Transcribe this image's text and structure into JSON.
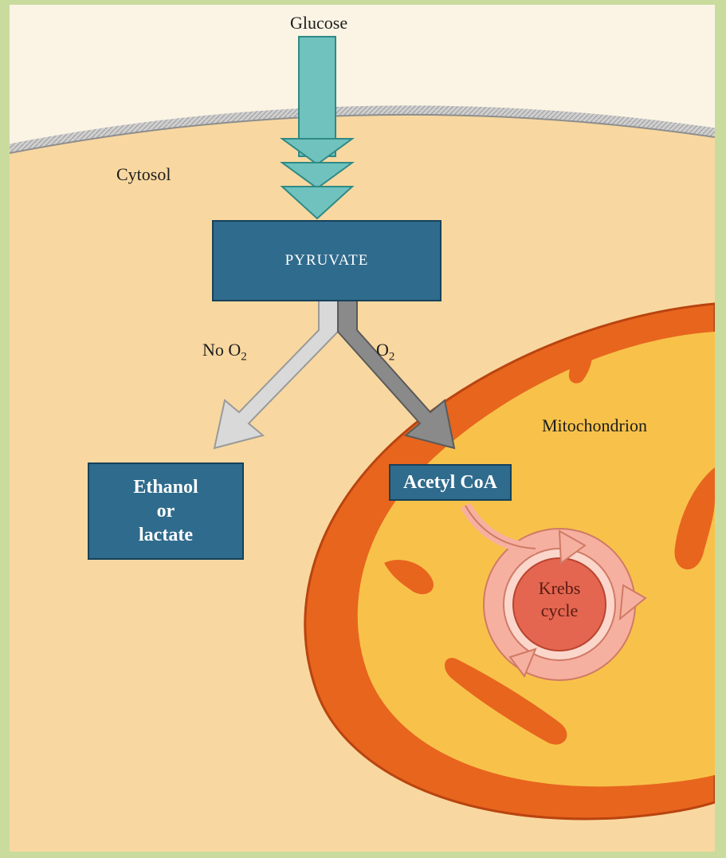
{
  "diagram": {
    "input": "Glucose",
    "compartments": {
      "cytosol": "Cytosol",
      "mitochondrion": "Mitochondrion"
    },
    "nodes": {
      "pyruvate": "PYRUVATE",
      "fermentation_product": "Ethanol\nor\nlactate",
      "acetyl_coa": "Acetyl CoA",
      "krebs": "Krebs\ncycle"
    },
    "branches": {
      "anaerobic": {
        "prefix": "No O",
        "subscript": "2"
      },
      "aerobic": {
        "prefix": "O",
        "subscript": "2"
      }
    }
  },
  "colors": {
    "cytosol": "#f8d8a0",
    "mitochondrion_outer": "#e8651e",
    "mitochondrion_matrix": "#f8c24a",
    "box": "#2f6b8c",
    "glucose_arrow": "#6fc2bd",
    "anaerobic_arrow": "#d6d6d6",
    "aerobic_arrow": "#8a8a8a",
    "krebs_ring": "#f6b0a0",
    "krebs_center": "#e46650",
    "background_border": "#c9dc9e"
  }
}
